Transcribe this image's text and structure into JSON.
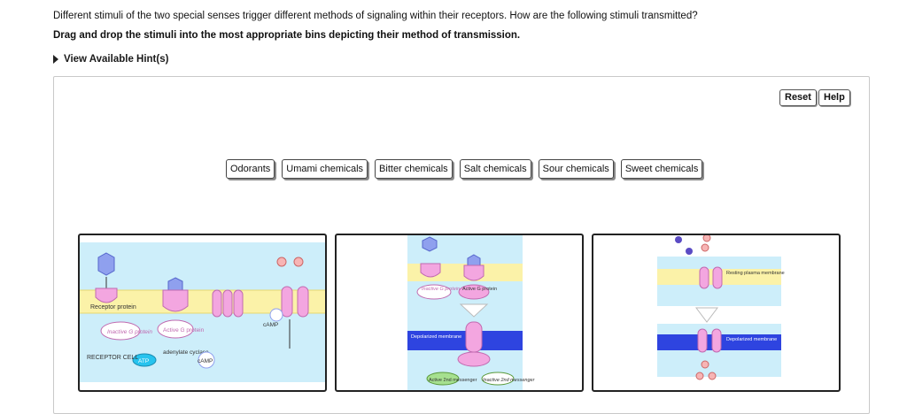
{
  "question": {
    "line1": "Different stimuli of the two special senses trigger different methods of signaling within their receptors. How are the following stimuli transmitted?",
    "line2": "Drag and drop the stimuli into the most appropriate bins depicting their method of transmission.",
    "hint_link": "View Available Hint(s)"
  },
  "controls": {
    "reset": "Reset",
    "help": "Help"
  },
  "labels": [
    "Odorants",
    "Umami chemicals",
    "Bitter chemicals",
    "Salt chemicals",
    "Sour chemicals",
    "Sweet chemicals"
  ],
  "bins": {
    "bin1": {
      "receptor_protein": "Receptor protein",
      "inactive_g": "Inactive G protein",
      "active_g": "Active G protein",
      "adenylate": "adenylate cyclase",
      "atp": "ATP",
      "camp": "cAMP",
      "camp2": "cAMP",
      "receptor_cell": "RECEPTOR CELL"
    },
    "bin2": {
      "inactive_g": "Inactive G protein",
      "active_g": "Active G protein",
      "depolarized": "Depolarized membrane",
      "active_2nd": "Active 2nd messenger",
      "inactive_2nd": "Inactive 2nd messenger"
    },
    "bin3": {
      "resting": "Resting plasma membrane",
      "depolarized": "Depolarized membrane"
    }
  },
  "colors": {
    "blue_bg": "#cdeefa",
    "membrane_yellow": "#fbf2a8",
    "pink": "#f3a6e0",
    "violet": "#8fa0ee",
    "depolarized_blue": "#2e44e0"
  }
}
